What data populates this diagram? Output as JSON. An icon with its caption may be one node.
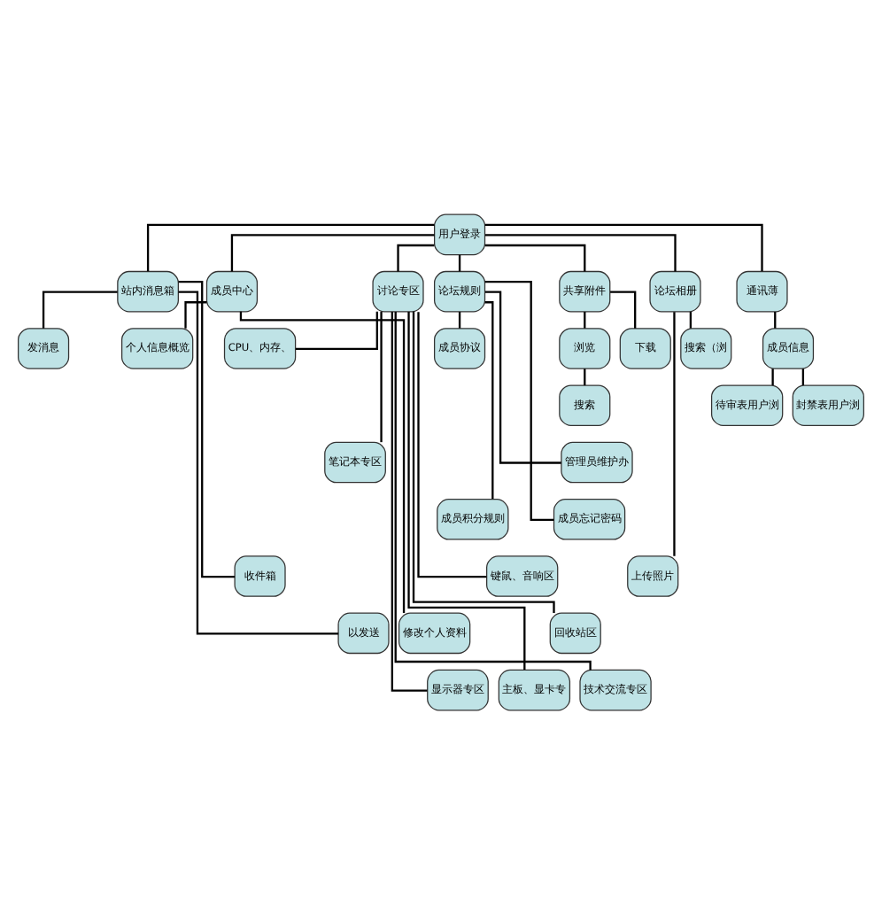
{
  "diagram": {
    "nodes": [
      {
        "text": [
          "用户登录"
        ]
      },
      {
        "text": [
          "站内消息箱"
        ]
      },
      {
        "text": [
          "成员中心"
        ]
      },
      {
        "text": [
          "讨论专区"
        ]
      },
      {
        "text": [
          "论坛规则"
        ]
      },
      {
        "text": [
          "共享附件"
        ]
      },
      {
        "text": [
          "论坛相册"
        ]
      },
      {
        "text": [
          "通讯薄"
        ]
      },
      {
        "text": [
          "发消息"
        ]
      },
      {
        "text": [
          "收件箱"
        ]
      },
      {
        "text": [
          "以发送"
        ]
      },
      {
        "text": [
          "个人信息概览"
        ]
      },
      {
        "text": [
          "修改个人资料"
        ]
      },
      {
        "text": [
          "CPU、内存、"
        ]
      },
      {
        "text": [
          "显示器专区"
        ]
      },
      {
        "text": [
          "笔记本专区"
        ]
      },
      {
        "text": [
          "主板、显卡专"
        ]
      },
      {
        "text": [
          "键鼠、音响区"
        ]
      },
      {
        "text": [
          "回收站区"
        ]
      },
      {
        "text": [
          "技术交流专区"
        ]
      },
      {
        "text": [
          "成员协议"
        ]
      },
      {
        "text": [
          "成员积分规则"
        ]
      },
      {
        "text": [
          "管理员维护办"
        ]
      },
      {
        "text": [
          "成员忘记密码"
        ]
      },
      {
        "text": [
          "浏览"
        ]
      },
      {
        "text": [
          "下载"
        ]
      },
      {
        "text": [
          "搜索"
        ]
      },
      {
        "text": [
          "搜索（浏"
        ]
      },
      {
        "text": [
          "上传照片"
        ]
      },
      {
        "text": [
          "成员信息"
        ]
      },
      {
        "text": [
          "待审表用户浏"
        ]
      },
      {
        "text": [
          "封禁表用户浏"
        ]
      }
    ],
    "edges": [
      {
        "from": 0,
        "to": 1,
        "arrow": "none"
      },
      {
        "from": 0,
        "to": 2,
        "arrow": "none"
      },
      {
        "from": 0,
        "to": 3,
        "arrow": "none"
      },
      {
        "from": 0,
        "to": 4,
        "arrow": "none"
      },
      {
        "from": 0,
        "to": 5,
        "arrow": "none"
      },
      {
        "from": 0,
        "to": 6,
        "arrow": "none"
      },
      {
        "from": 0,
        "to": 7,
        "arrow": "none"
      },
      {
        "from": 1,
        "to": 8,
        "arrow": "none"
      },
      {
        "from": 1,
        "to": 9,
        "arrow": "none"
      },
      {
        "from": 1,
        "to": 10,
        "arrow": "none"
      },
      {
        "from": 2,
        "to": 11,
        "arrow": "none"
      },
      {
        "from": 2,
        "to": 12,
        "arrow": "none"
      },
      {
        "from": 3,
        "to": 13,
        "arrow": "none"
      },
      {
        "from": 3,
        "to": 14,
        "arrow": "none"
      },
      {
        "from": 3,
        "to": 15,
        "arrow": "none"
      },
      {
        "from": 3,
        "to": 16,
        "arrow": "none"
      },
      {
        "from": 3,
        "to": 17,
        "arrow": "none"
      },
      {
        "from": 3,
        "to": 18,
        "arrow": "none"
      },
      {
        "from": 3,
        "to": 19,
        "arrow": "none"
      },
      {
        "from": 4,
        "to": 20,
        "arrow": "none"
      },
      {
        "from": 4,
        "to": 21,
        "arrow": "none"
      },
      {
        "from": 4,
        "to": 22,
        "arrow": "none"
      },
      {
        "from": 4,
        "to": 23,
        "arrow": "none"
      },
      {
        "from": 5,
        "to": 24,
        "arrow": "none"
      },
      {
        "from": 5,
        "to": 25,
        "arrow": "none"
      },
      {
        "from": 24,
        "to": 26,
        "arrow": "none"
      },
      {
        "from": 6,
        "to": 27,
        "arrow": "none"
      },
      {
        "from": 6,
        "to": 28,
        "arrow": "none"
      },
      {
        "from": 7,
        "to": 29,
        "arrow": "none"
      },
      {
        "from": 29,
        "to": 30,
        "arrow": "none"
      },
      {
        "from": 29,
        "to": 31,
        "arrow": "none"
      }
    ]
  }
}
